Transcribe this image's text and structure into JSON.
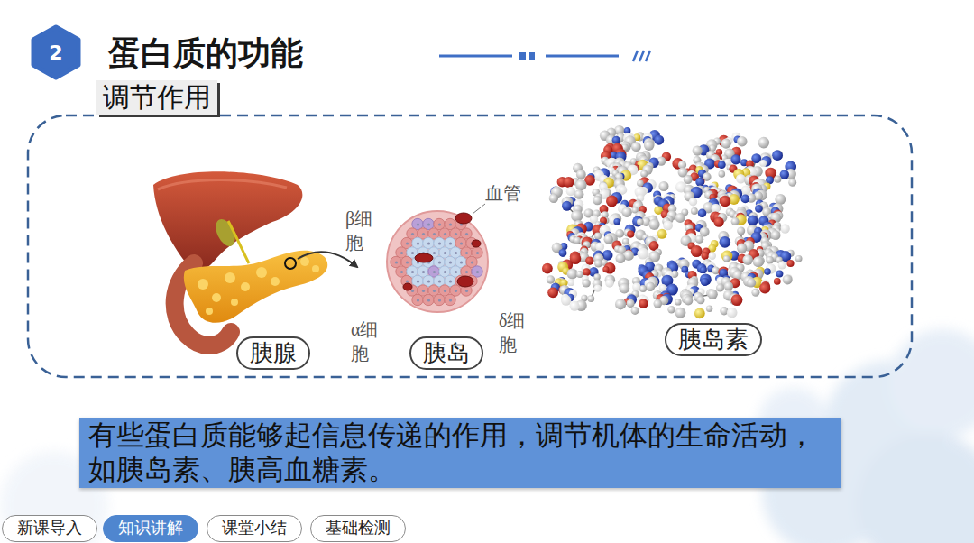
{
  "diagram": {
    "title": "蛋白质的功能",
    "nodes": [
      {
        "text": [
          "2"
        ]
      },
      {
        "text": [
          "调节作用"
        ]
      },
      {
        "text": [
          "胰腺"
        ]
      },
      {
        "text": [
          "胰岛"
        ]
      },
      {
        "text": [
          "胰岛素"
        ]
      },
      {
        "text": [
          "有些蛋白质能够起信息传递的作用，调节机体的生命活动，如胰岛素、胰高血糖素。"
        ]
      },
      {
        "text": [
          "新课导入"
        ]
      },
      {
        "text": [
          "知识讲解"
        ]
      },
      {
        "text": [
          "课堂小结"
        ]
      },
      {
        "text": [
          "基础检测"
        ]
      }
    ],
    "labels": [
      "β细胞",
      "血管",
      "α细胞",
      "δ细胞"
    ]
  }
}
